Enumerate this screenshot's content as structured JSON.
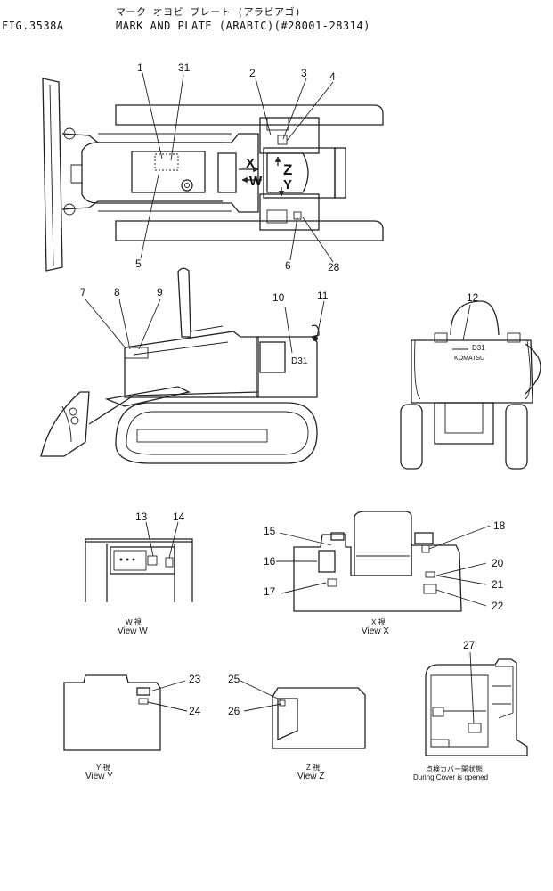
{
  "header": {
    "fig_no": "FIG.3538A",
    "title_jp": "マーク オヨビ プレート (アラビアゴ)",
    "title_en": "MARK AND PLATE (ARABIC)(#28001-28314)"
  },
  "views": {
    "w_jp": "W 視",
    "w": "View  W",
    "x_jp": "X 視",
    "x": "View  X",
    "y_jp": "Y 視",
    "y": "View  Y",
    "z_jp": "Z 視",
    "z": "View  Z",
    "cover_jp": "点検カバー開状態",
    "cover": "During Cover is opened"
  },
  "machine_text": {
    "model": "D31",
    "brand": "KOMATSU",
    "arrow_x": "X",
    "arrow_w": "W",
    "arrow_z": "Z",
    "arrow_y": "Y"
  },
  "callouts": [
    "1",
    "2",
    "3",
    "4",
    "5",
    "6",
    "7",
    "8",
    "9",
    "10",
    "11",
    "12",
    "13",
    "14",
    "15",
    "16",
    "17",
    "18",
    "20",
    "21",
    "22",
    "23",
    "24",
    "25",
    "26",
    "27",
    "28",
    "31"
  ],
  "colors": {
    "ink": "#222222",
    "paper": "#ffffff"
  }
}
